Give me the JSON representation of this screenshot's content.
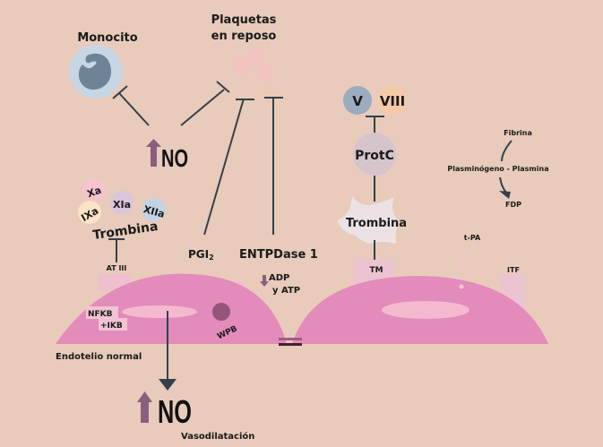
{
  "labels": {
    "monocito": "Monocito",
    "plaquetas_1": "Plaquetas",
    "plaquetas_2": "en reposo",
    "no_top": "NO",
    "no_bottom": "NO",
    "factors": [
      "Xa",
      "XIa",
      "XIIa",
      "IXa"
    ],
    "trombina_left": "Trombina",
    "at3": "AT III",
    "pgi2": "PGI",
    "pgi2_sub": "2",
    "entpdase": "ENTPDase 1",
    "adp": "ADP",
    "atp": "y ATP",
    "nfkb": "NFKB",
    "ikb": "+IKB",
    "wpb": "WPB",
    "endotelio": "Endotelio normal",
    "vasodilatacion": "Vasodilatación",
    "v": "V",
    "viii": "VIII",
    "protc": "ProtC",
    "trombina_right": "Trombina",
    "tm": "TM",
    "fibrina": "Fibrina",
    "plasminogeno": "Plasminógeno - Plasmina",
    "fdp": "FDP",
    "tpa": "t-PA",
    "itf": "ITF"
  },
  "colors": {
    "background": "#e8cbbb",
    "cell": "#e38bbb",
    "nucleus": "#f5b9cf",
    "line": "#35404c",
    "up_arrow": "#8a5f7e",
    "monocyte_outer": "#c7d6e4",
    "monocyte_nucleus": "#6f8396",
    "platelet": "#f2c3c0"
  }
}
